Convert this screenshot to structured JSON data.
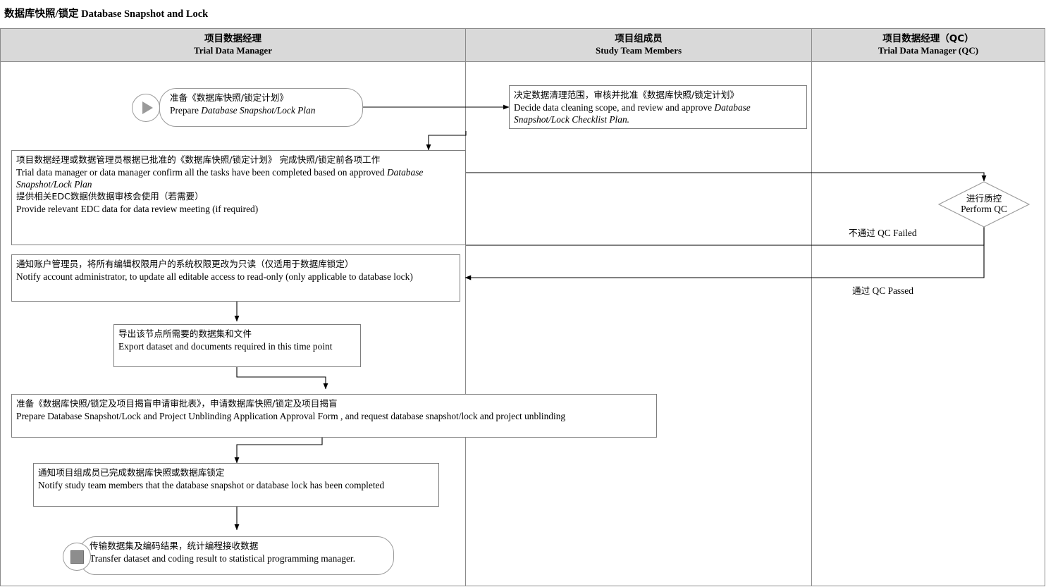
{
  "title": "数据库快照/锁定 Database Snapshot and Lock",
  "lanes": [
    {
      "cn": "项目数据经理",
      "en": "Trial Data Manager"
    },
    {
      "cn": "项目组成员",
      "en": "Study Team Members"
    },
    {
      "cn": "项目数据经理（QC）",
      "en": "Trial Data Manager (QC)"
    }
  ],
  "nodes": {
    "start": {
      "icon": "play-icon",
      "cn": "准备《数据库快照/锁定计划》",
      "en_plain": "Prepare ",
      "en_italic": "Database Snapshot/Lock Plan"
    },
    "approve": {
      "cn": "决定数据清理范围，审核并批准《数据库快照/锁定计划》",
      "en_line1_plain": "Decide data cleaning scope, and review and approve ",
      "en_line1_italic": "Database",
      "en_line2_italic": "Snapshot/Lock Checklist Plan."
    },
    "confirm_tasks": {
      "cn1": "项目数据经理或数据管理员根据已批准的《数据库快照/锁定计划》 完成快照/锁定前各项工作",
      "en1_plain": "Trial data manager or data manager confirm all the tasks have been completed based on approved ",
      "en1_italic": "Database",
      "en1_italic2": "Snapshot/Lock Plan",
      "cn2": "提供相关EDC数据供数据审核会使用（若需要）",
      "en2": "Provide relevant EDC data for data review meeting (if required)"
    },
    "qc_decision": {
      "cn": "进行质控",
      "en": "Perform QC"
    },
    "qc_failed_label": {
      "cn": "不通过",
      "en": "QC Failed"
    },
    "qc_passed_label": {
      "cn": "通过",
      "en": "QC Passed"
    },
    "notify_admin": {
      "cn": "通知账户管理员，将所有编辑权限用户的系统权限更改为只读（仅适用于数据库锁定）",
      "en": "Notify account administrator, to update all editable access to read-only (only applicable to database lock)"
    },
    "export_data": {
      "cn": "导出该节点所需要的数据集和文件",
      "en": "Export dataset and documents required in this time point"
    },
    "unblinding_form": {
      "cn": "准备《数据库快照/锁定及项目揭盲申请审批表》，申请数据库快照/锁定及项目揭盲",
      "en_part1": "Prepare Database Snapshot/Lock and Project Unblinding Application Approval Form , and request database",
      "en_part2": "snapshot/lock and project unblinding"
    },
    "notify_team": {
      "cn": "通知项目组成员已完成数据库快照或数据库锁定",
      "en": "Notify study team members that the database snapshot or database lock has been completed"
    },
    "end": {
      "icon": "stop-icon",
      "cn": "传输数据集及编码结果，统计编程接收数据",
      "en": "Transfer dataset and coding result to statistical programming manager."
    }
  },
  "colors": {
    "lane_header_bg": "#d9d9d9",
    "lane_border": "#8a8a8a",
    "node_border": "#7d7d7d",
    "terminator_border": "#9a9a9a",
    "marker_fill": "#8d8d8d",
    "edge": "#000000",
    "page_bg": "#ffffff"
  }
}
